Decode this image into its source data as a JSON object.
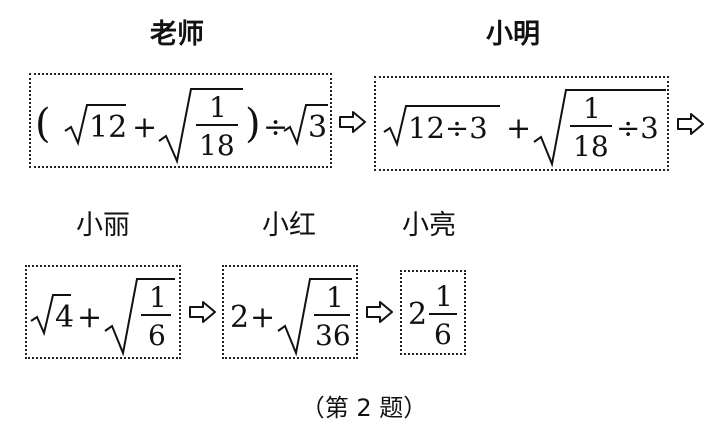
{
  "people": {
    "teacher": "老师",
    "xiaoming": "小明",
    "xiaoli": "小丽",
    "xiaohong": "小红",
    "xiaoliang": "小亮"
  },
  "expressions": {
    "teacher": {
      "open_paren": "(",
      "radicand_1": "12",
      "plus": "+",
      "frac_num": "1",
      "frac_den": "18",
      "close_paren": ")",
      "divide": "÷",
      "radicand_2": "3"
    },
    "xiaoming": {
      "radicand_1": "12÷3",
      "plus": "+",
      "frac_num": "1",
      "frac_den": "18",
      "divide_tail": "÷3"
    },
    "xiaoli": {
      "radicand_1": "4",
      "plus": "+",
      "frac_num": "1",
      "frac_den": "6"
    },
    "xiaohong": {
      "lead": "2",
      "plus": "+",
      "frac_num": "1",
      "frac_den": "36"
    },
    "xiaoliang": {
      "whole": "2",
      "frac_num": "1",
      "frac_den": "6"
    }
  },
  "caption": "（第 2 题）",
  "icons": {
    "step_arrow": "hollow-right-arrow-icon"
  },
  "colors": {
    "ink": "#111111",
    "border": "#222222"
  }
}
